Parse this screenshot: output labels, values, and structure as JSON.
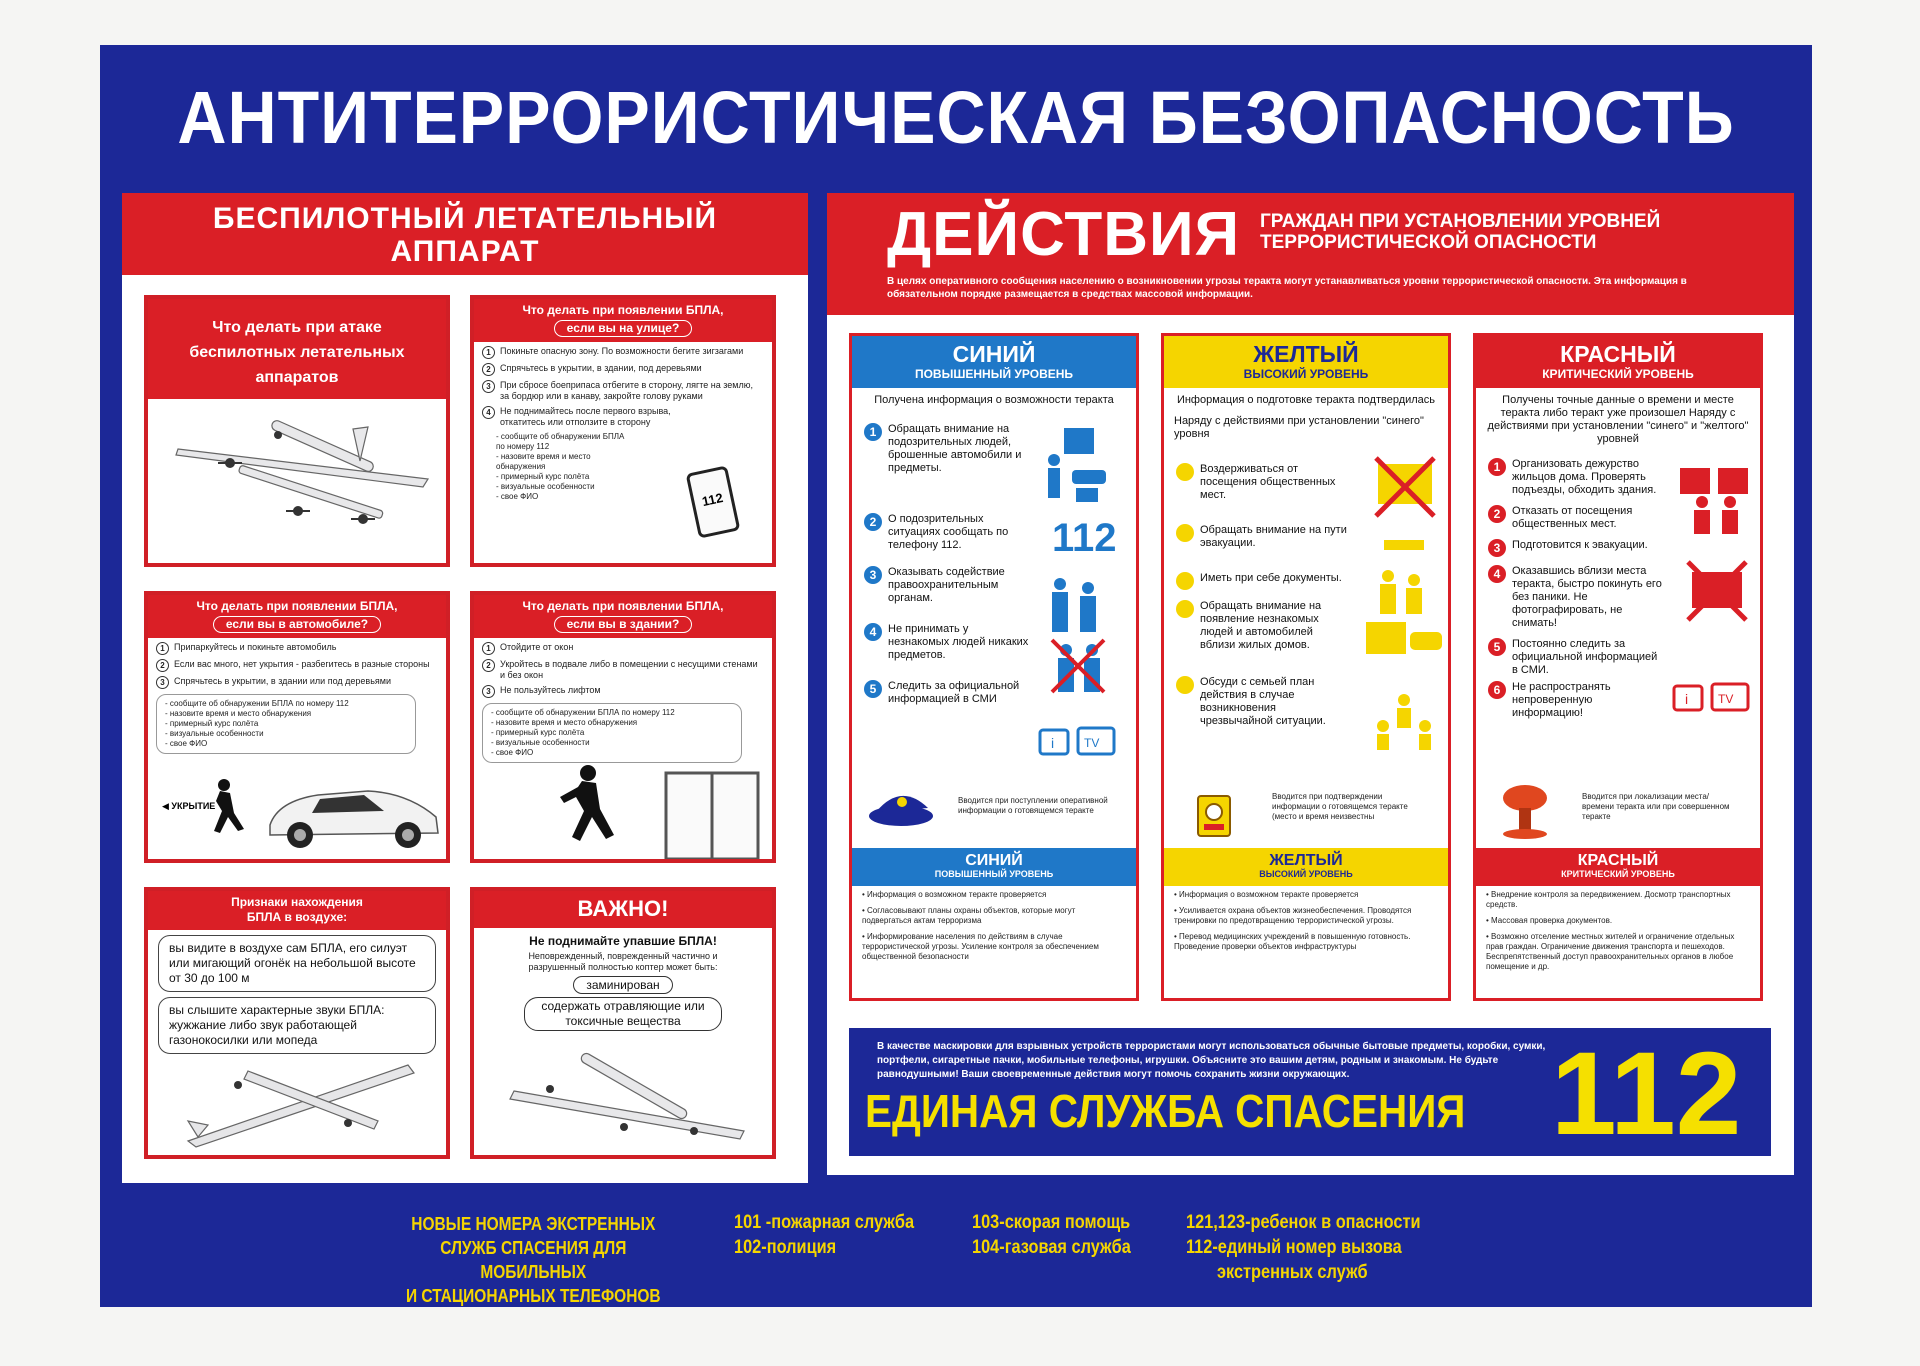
{
  "title": "АНТИТЕРРОРИСТИЧЕСКАЯ БЕЗОПАСНОСТЬ",
  "colors": {
    "blue": "#1c2897",
    "red": "#da1f26",
    "yellow": "#f5d500",
    "sky": "#1f78c8"
  },
  "left": {
    "header_line1": "БЕСПИЛОТНЫЙ ЛЕТАТЕЛЬНЫЙ",
    "header_line2": "АППАРАТ",
    "attack": {
      "line1": "Что делать при атаке",
      "line2": "беспилотных летательных",
      "line3": "аппаратов"
    },
    "street": {
      "title": "Что делать при появлении БПЛА,",
      "oval": "если вы на улице?",
      "items": [
        "Покиньте опасную зону. По возможности бегите зигзагами",
        "Спрячьтесь в укрытии, в здании, под деревьями",
        "При сбросе боеприпаса отбегите в сторону, лягте на землю, за бордюр или в канаву, закройте голову руками",
        "Не поднимайтесь после первого взрыва, откатитесь или отползите в сторону"
      ],
      "memo": [
        "- сообщите об обнаружении БПЛА",
        "по номеру 112",
        "- назовите время и место",
        "обнаружения",
        "- примерный курс полёта",
        "- визуальные особенности",
        "- свое ФИО"
      ],
      "phone_number": "112"
    },
    "car": {
      "title": "Что делать при появлении БПЛА,",
      "oval": "если вы в автомобиле?",
      "items": [
        "Припаркуйтесь и покиньте автомобиль",
        "Если вас много, нет укрытия - разбегитесь в разные стороны",
        "Спрячьтесь в укрытии, в здании или под деревьями"
      ],
      "memo": [
        "- сообщите об обнаружении БПЛА по номеру 112",
        "- назовите время и место обнаружения",
        "- примерный курс полёта",
        "- визуальные особенности",
        "- свое ФИО"
      ],
      "shelter_label": "УКРЫТИЕ"
    },
    "building": {
      "title": "Что делать при появлении БПЛА,",
      "oval": "если вы в здании?",
      "items": [
        "Отойдите от окон",
        "Укройтесь в подвале либо в помещении с несущими стенами и без окон",
        "Не пользуйтесь лифтом"
      ],
      "memo": [
        "- сообщите об обнаружении БПЛА по номеру 112",
        "- назовите время и место обнаружения",
        "- примерный курс полёта",
        "- визуальные особенности",
        "- свое ФИО"
      ]
    },
    "signs": {
      "title_line1": "Признаки нахождения",
      "title_line2": "БПЛА в воздухе:",
      "bubble1": "вы видите в воздухе сам БПЛА, его силуэт или мигающий огонёк на небольшой высоте от 30 до 100 м",
      "bubble2": "вы слышите характерные звуки БПЛА: жужжание либо звук работающей газонокосилки или мопеда"
    },
    "important": {
      "title": "ВАЖНО!",
      "line": "Не поднимайте упавшие БПЛА!",
      "text": "Неповрежденный, поврежденный частично и разрушенный полностью коптер может быть:",
      "oval1": "заминирован",
      "oval2": "содержать отравляющие или токсичные вещества"
    }
  },
  "right": {
    "header_big": "ДЕЙСТВИЯ",
    "header_sub": "ГРАЖДАН ПРИ УСТАНОВЛЕНИИ УРОВНЕЙ ТЕРРОРИСТИЧЕСКОЙ ОПАСНОСТИ",
    "intro": "В целях оперативного сообщения населению о возникновении угрозы теракта могут устанавливаться уровни террористической опасности. Эта информация в обязательном порядке размещается в средствах массовой информации.",
    "blue": {
      "name": "СИНИЙ",
      "sub": "ПОВЫШЕННЫЙ УРОВЕНЬ",
      "intro": "Получена информация о возможности теракта",
      "steps": [
        "Обращать внимание на подозрительных людей, брошенные автомобили и предметы.",
        "О подозрительных ситуациях сообщать по телефону 112.",
        "Оказывать содействие правоохранительным органам.",
        "Не принимать у незнакомых людей никаких предметов.",
        "Следить за официальной информацией в СМИ"
      ],
      "number": "112",
      "note": "Вводится при поступлении оперативной информации о готовящемся теракте",
      "bottom_name": "СИНИЙ",
      "bottom_sub": "ПОВЫШЕННЫЙ УРОВЕНЬ",
      "bottom_items": [
        "Информация о возможном теракте проверяется",
        "Согласовывают планы охраны объектов, которые могут подвергаться актам терроризма",
        "Информирование населения по действиям в случае террористической угрозы. Усиление контроля за обеспечением общественной безопасности"
      ]
    },
    "yellow": {
      "name": "ЖЕЛТЫЙ",
      "sub": "ВЫСОКИЙ УРОВЕНЬ",
      "intro": "Информация о подготовке теракта подтвердилась",
      "intro2": "Наряду с действиями при установлении \"синего\" уровня",
      "steps": [
        "Воздерживаться от посещения общественных мест.",
        "Обращать внимание на пути эвакуации.",
        "Иметь при себе документы.",
        "Обращать внимание на появление незнакомых людей и автомобилей вблизи жилых домов.",
        "Обсуди с семьей план действия в случае возникновения чрезвычайной ситуации."
      ],
      "note": "Вводится при подтверждении информации о готовящемся теракте (место и время неизвестны",
      "bottom_name": "ЖЕЛТЫЙ",
      "bottom_sub": "ВЫСОКИЙ УРОВЕНЬ",
      "bottom_items": [
        "Информация о возможном теракте проверяется",
        "Усиливается охрана объектов жизнеобеспечения. Проводятся тренировки по предотвращению террористической угрозы.",
        "Перевод медицинских учреждений в повышенную готовность. Проведение проверки объектов инфраструктуры"
      ]
    },
    "red": {
      "name": "КРАСНЫЙ",
      "sub": "КРИТИЧЕСКИЙ УРОВЕНЬ",
      "intro": "Получены точные данные о времени и месте теракта либо теракт уже произошел Наряду с действиями при установлении \"синего\" и \"желтого\" уровней",
      "steps": [
        "Организовать дежурство жильцов дома. Проверять подъезды, обходить здания.",
        "Отказать от посещения общественных мест.",
        "Подготовится к эвакуации.",
        "Оказавшись вблизи места теракта, быстро покинуть его без паники. Не фотографировать, не снимать!",
        "Постоянно следить за официальной информацией в СМИ.",
        "Не распространять непроверенную информацию!"
      ],
      "note": "Вводится при локализации места/времени теракта или при совершенном теракте",
      "bottom_name": "КРАСНЫЙ",
      "bottom_sub": "КРИТИЧЕСКИЙ УРОВЕНЬ",
      "bottom_items": [
        "Внедрение контроля за передвижением. Досмотр транспортных средств.",
        "Массовая проверка документов.",
        "Возможно отселение местных жителей и ограничение отдельных прав граждан. Ограничение движения транспорта и пешеходов. Беспрепятственный доступ правоохранительных органов в любое помещение и др."
      ]
    },
    "rescue": {
      "text": "В качестве маскировки для взрывных устройств террористами могут использоваться обычные бытовые предметы, коробки, сумки, портфели, сигаретные пачки, мобильные телефоны, игрушки. Объясните это вашим детям, родным и знакомым. Не будьте равнодушными! Ваши своевременные действия могут помочь сохранить жизни окружающих.",
      "title": "ЕДИНАЯ СЛУЖБА СПАСЕНИЯ",
      "number": "112"
    }
  },
  "footer": {
    "intro": [
      "НОВЫЕ НОМЕРА ЭКСТРЕННЫХ",
      "СЛУЖБ СПАСЕНИЯ ДЛЯ МОБИЛЬНЫХ",
      "И СТАЦИОНАРНЫХ ТЕЛЕФОНОВ"
    ],
    "col1": [
      "101 -пожарная служба",
      "102-полиция"
    ],
    "col2": [
      "103-скорая помощь",
      "104-газовая служба"
    ],
    "col3": [
      "121,123-ребенок в опасности",
      "112-единый номер вызова",
      "экстренных служб"
    ]
  }
}
